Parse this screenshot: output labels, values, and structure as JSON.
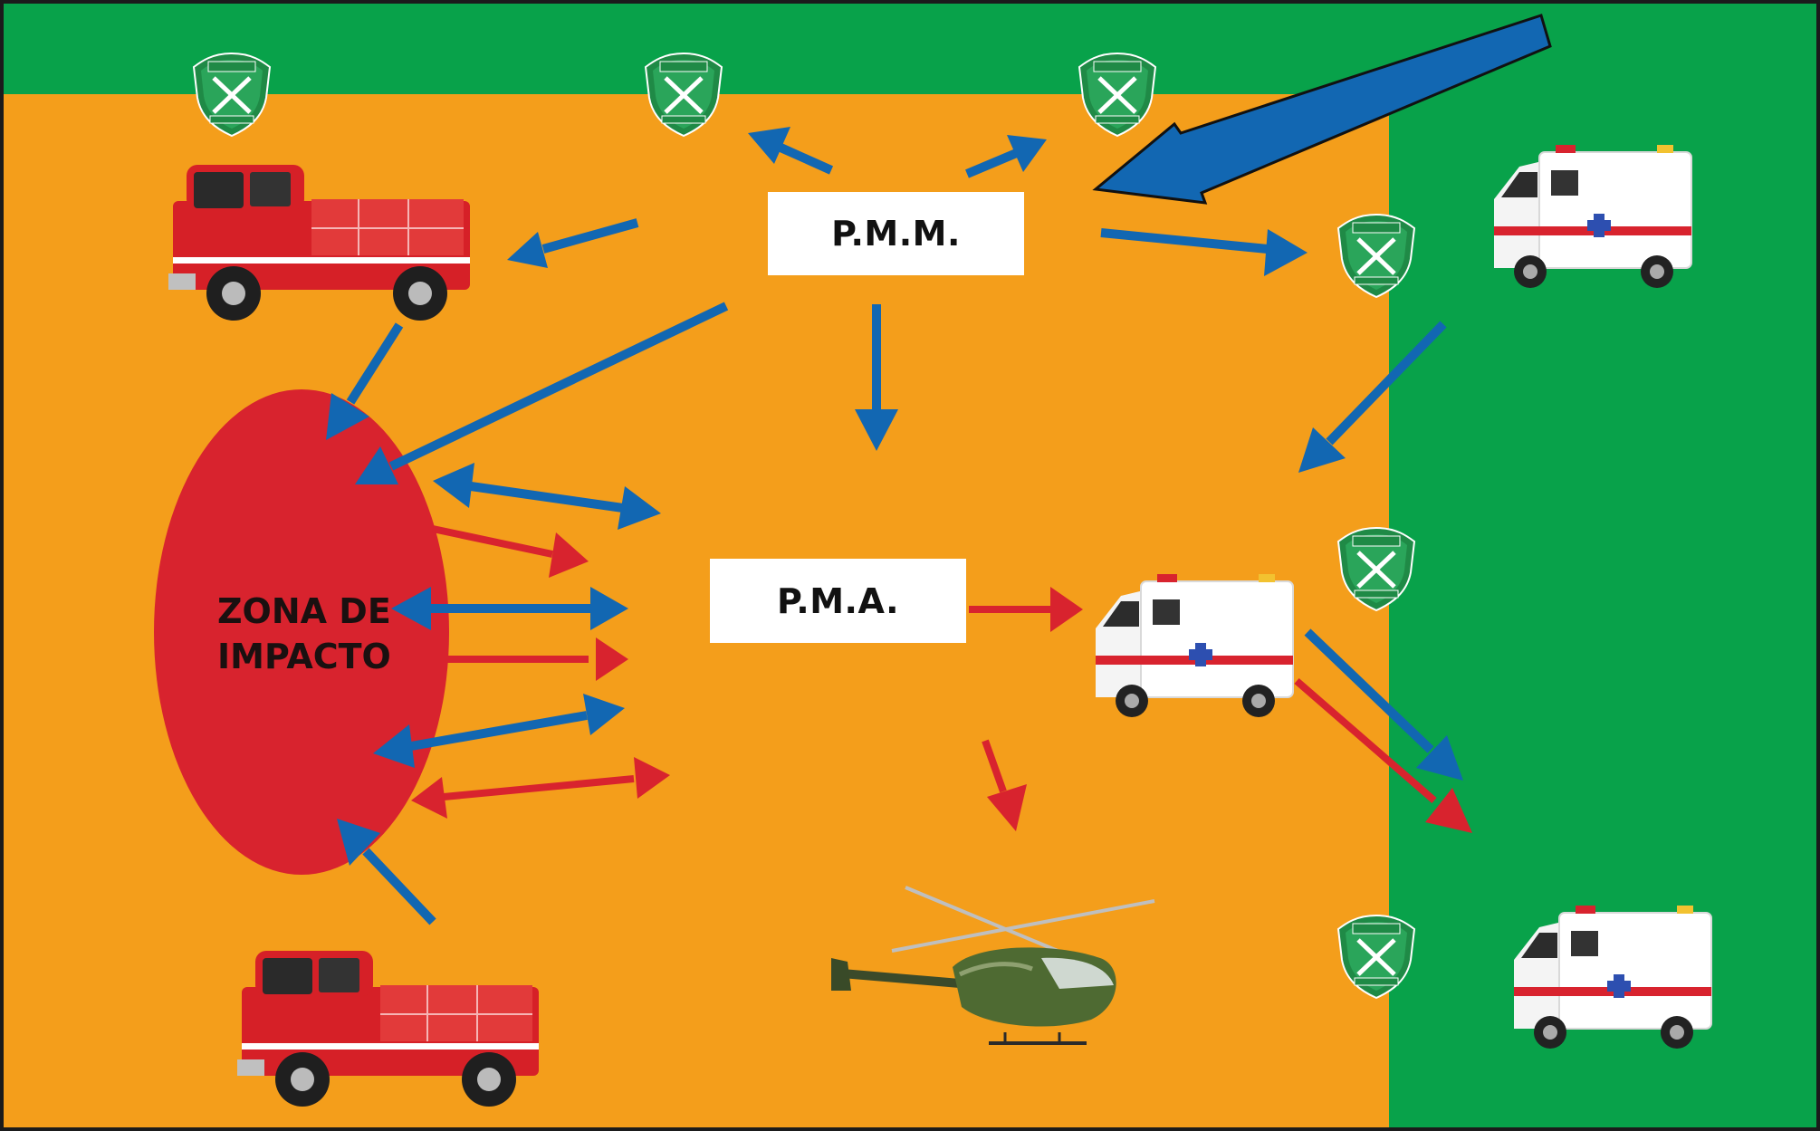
{
  "colors": {
    "frame": "#1b1b1b",
    "outer_zone": "#08a24a",
    "inner_zone": "#f49e1b",
    "impact_zone": "#d8232e",
    "arrow_blue": "#1267b2",
    "arrow_red": "#d8232e"
  },
  "zones": {
    "impact_line1": "ZONA DE",
    "impact_line2": "IMPACTO"
  },
  "posts": {
    "pmm_label": "P.M.M.",
    "pma_label": "P.M.A."
  },
  "icons": {
    "police_badge": "carabineros-shield-icon",
    "fire_truck": "fire-truck-icon",
    "ambulance": "ambulance-icon",
    "helicopter": "helicopter-icon"
  }
}
